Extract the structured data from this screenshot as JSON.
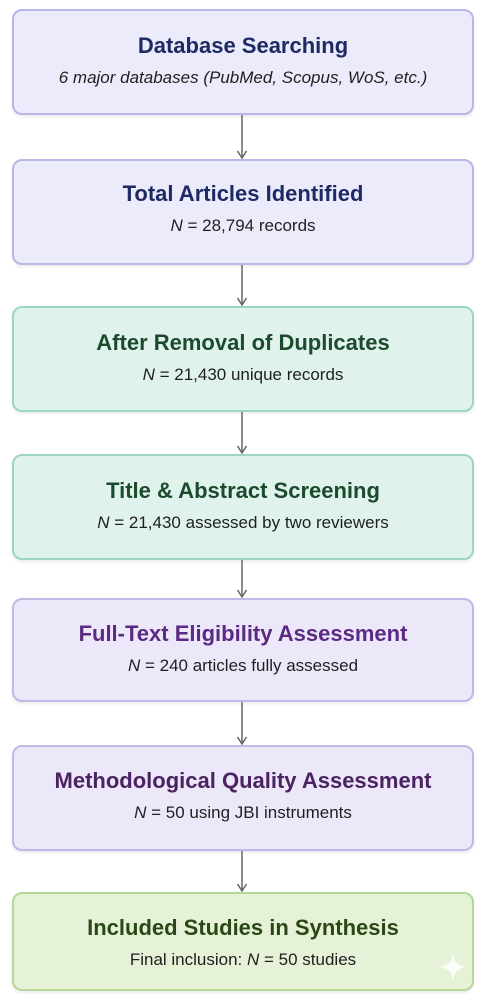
{
  "steps": [
    {
      "title": "Database Searching",
      "subtitle_pre": "6 major databases (PubMed, Scopus, WoS, etc.)",
      "subtitle_n": "",
      "subtitle_post": "",
      "color": "#1e2a63"
    },
    {
      "title": "Total Articles Identified",
      "subtitle_pre": "",
      "subtitle_n": "N",
      "subtitle_post": " = 28,794 records",
      "color": "#1e2a63"
    },
    {
      "title": "After Removal of Duplicates",
      "subtitle_pre": "",
      "subtitle_n": "N",
      "subtitle_post": " = 21,430 unique records",
      "color": "#1b4a2c"
    },
    {
      "title": "Title & Abstract Screening",
      "subtitle_pre": "",
      "subtitle_n": "N",
      "subtitle_post": " = 21,430 assessed by two reviewers",
      "color": "#1b4a2c"
    },
    {
      "title": "Full-Text Eligibility Assessment",
      "subtitle_pre": "",
      "subtitle_n": "N",
      "subtitle_post": " = 240 articles fully assessed",
      "color": "#5b2a82"
    },
    {
      "title": "Methodological Quality Assessment",
      "subtitle_pre": "",
      "subtitle_n": "N",
      "subtitle_post": " = 50 using JBI instruments",
      "color": "#4a2360"
    },
    {
      "title": "Included Studies in Synthesis",
      "subtitle_pre": "Final inclusion: ",
      "subtitle_n": "N",
      "subtitle_post": " = 50 studies",
      "color": "#2c4716"
    }
  ],
  "icons": {
    "arrow": "arrow-down-icon",
    "sparkle": "sparkle-icon"
  }
}
